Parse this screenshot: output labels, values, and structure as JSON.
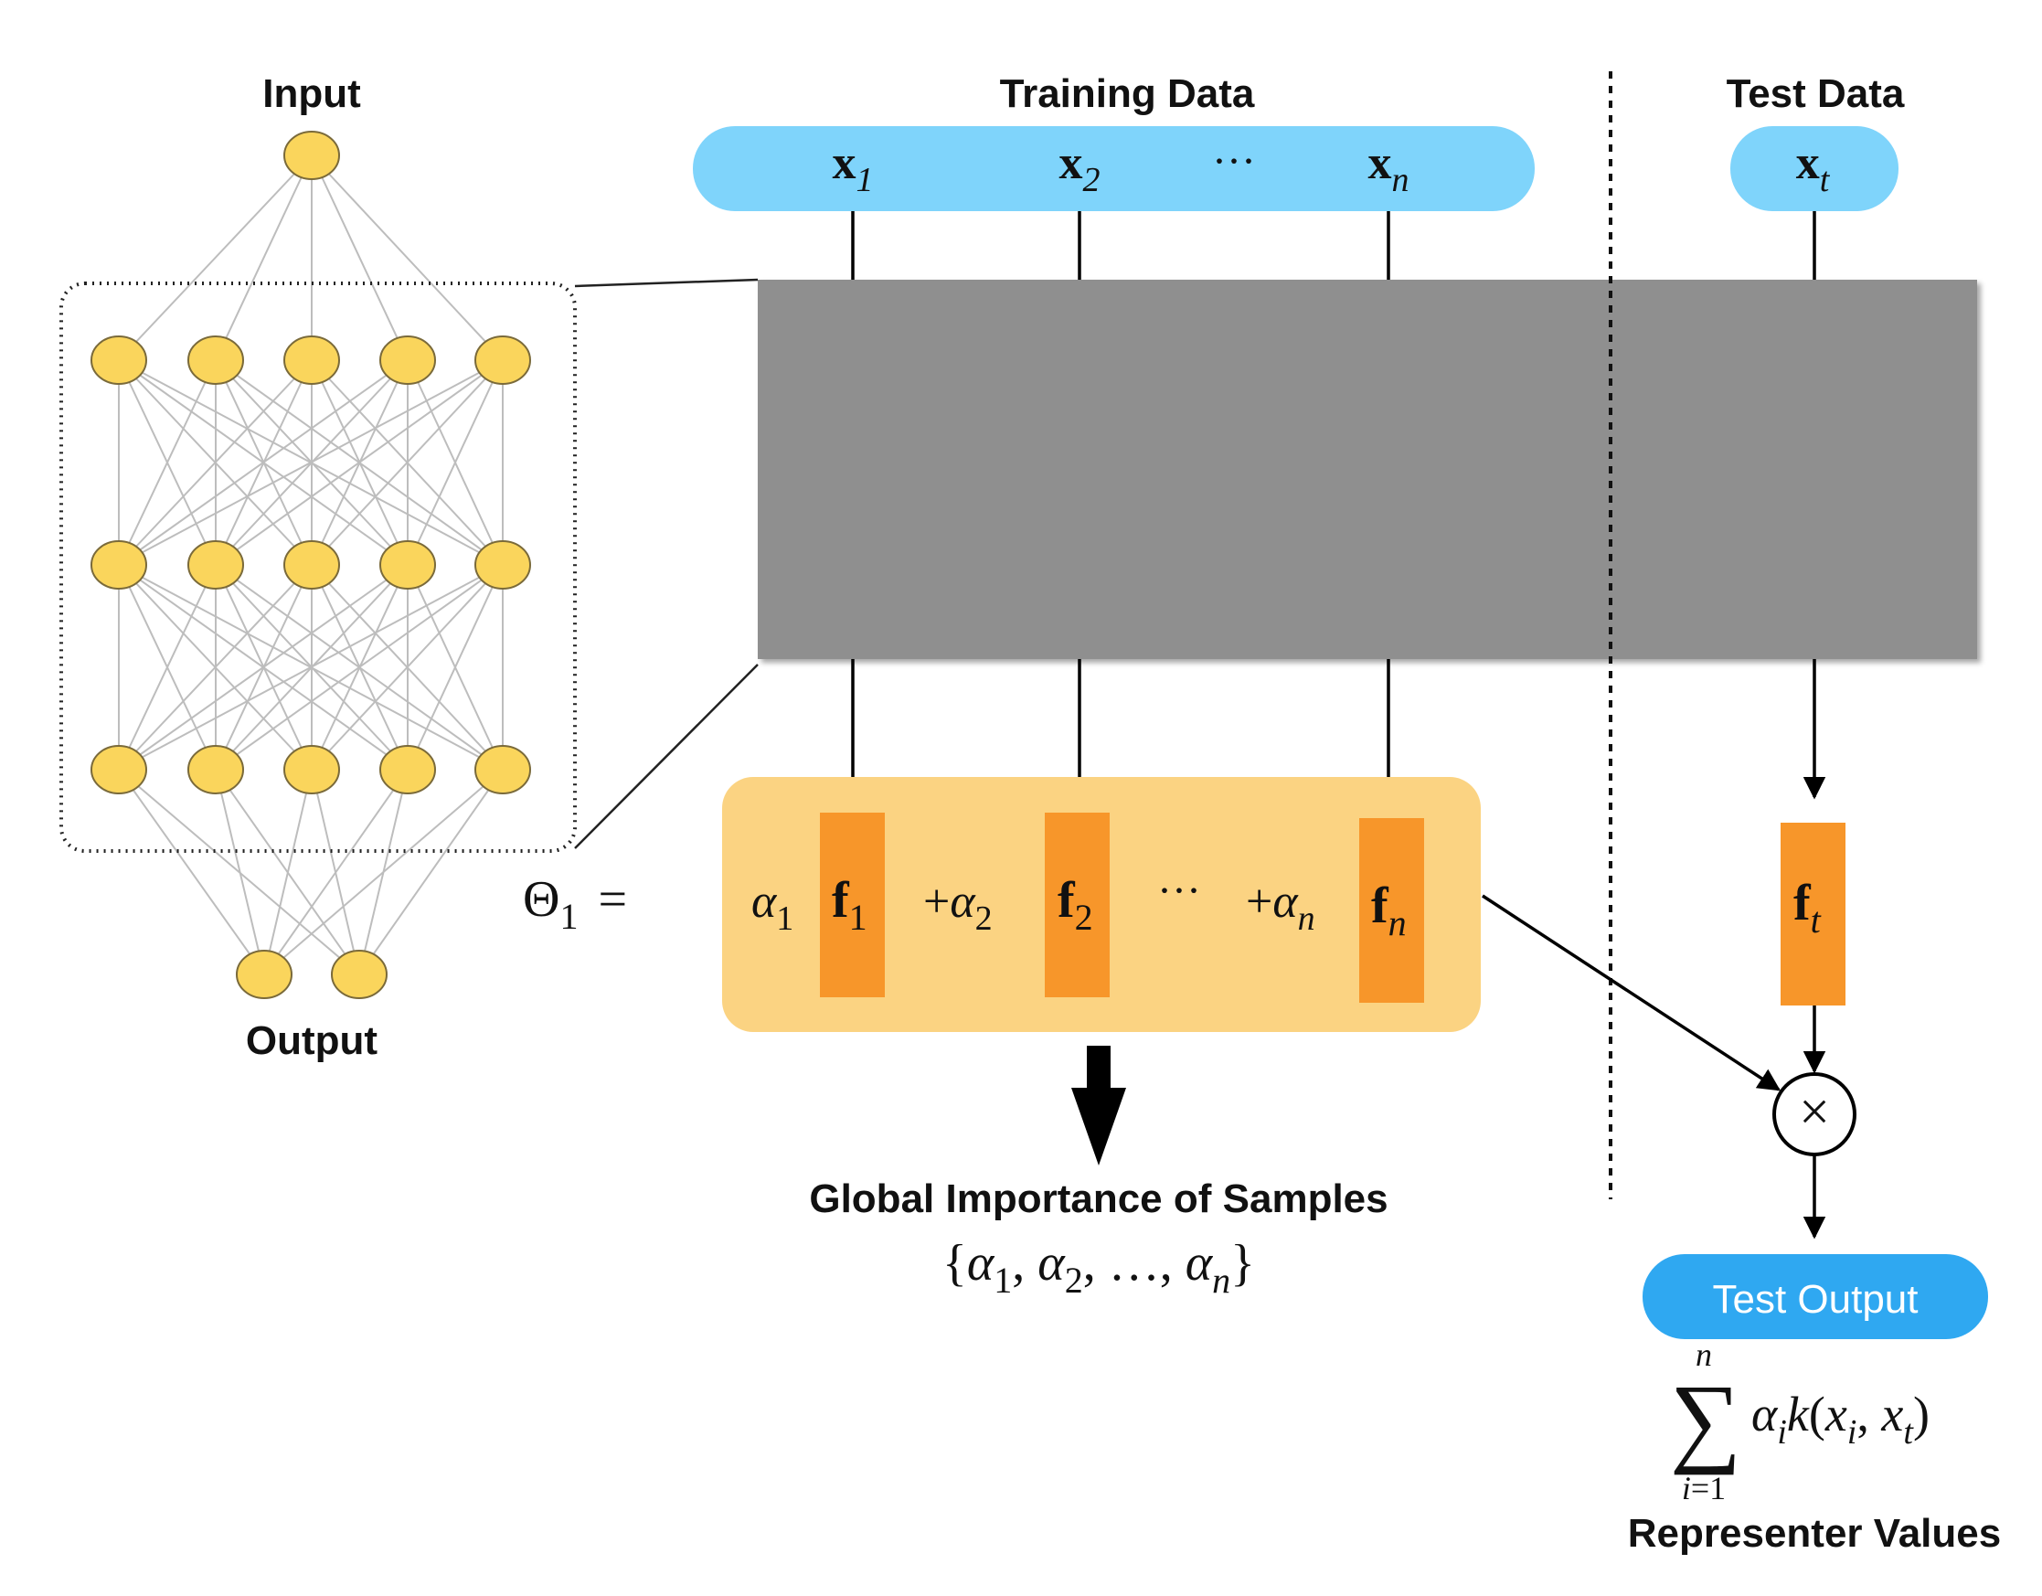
{
  "network": {
    "input_label": "Input",
    "output_label": "Output",
    "input_nodes": 1,
    "hidden_layers": 3,
    "hidden_nodes": 5,
    "output_nodes": 2
  },
  "training": {
    "title": "Training Data",
    "inputs": [
      {
        "base": "x",
        "sub": "1"
      },
      {
        "base": "x",
        "sub": "2"
      },
      {
        "base": "x",
        "sub": "n"
      }
    ],
    "ellipsis": "···"
  },
  "test": {
    "title": "Test Data",
    "input": {
      "base": "x",
      "sub": "t"
    },
    "feature": {
      "base": "f",
      "sub": "t"
    },
    "multiply_symbol": "×",
    "output_label": "Test Output",
    "sum_upper": "n",
    "sum_lower": "i=1",
    "sum_symbol": "∑",
    "representer_label": "Representer Values"
  },
  "theta": {
    "lhs": "Θ",
    "lhs_sub": "1",
    "equals": "=",
    "terms": [
      {
        "prefix": "",
        "coef": "α",
        "coef_sub": "1",
        "feat": "f",
        "feat_sub": "1"
      },
      {
        "prefix": "+",
        "coef": "α",
        "coef_sub": "2",
        "feat": "f",
        "feat_sub": "2"
      },
      {
        "prefix": "+",
        "coef": "α",
        "coef_sub": "n",
        "feat": "f",
        "feat_sub": "n"
      }
    ],
    "ellipsis": "···"
  },
  "global": {
    "label": "Global Importance of Samples",
    "set_open": "{",
    "set_close": "}",
    "set_items": [
      {
        "base": "α",
        "sub": "1"
      },
      {
        "base": "α",
        "sub": "2"
      },
      {
        "base": "α",
        "sub": "n"
      }
    ],
    "set_dots": "…"
  },
  "colors": {
    "node_fill": "#FAD55C",
    "node_stroke": "#7A6A3A",
    "edge": "#BDBDBD",
    "pill": "#7FD4FB",
    "gray_block": "#8F8F8F",
    "orange_panel": "#FBD382",
    "orange_bar": "#F7962A",
    "test_output": "#2FA8F1"
  }
}
